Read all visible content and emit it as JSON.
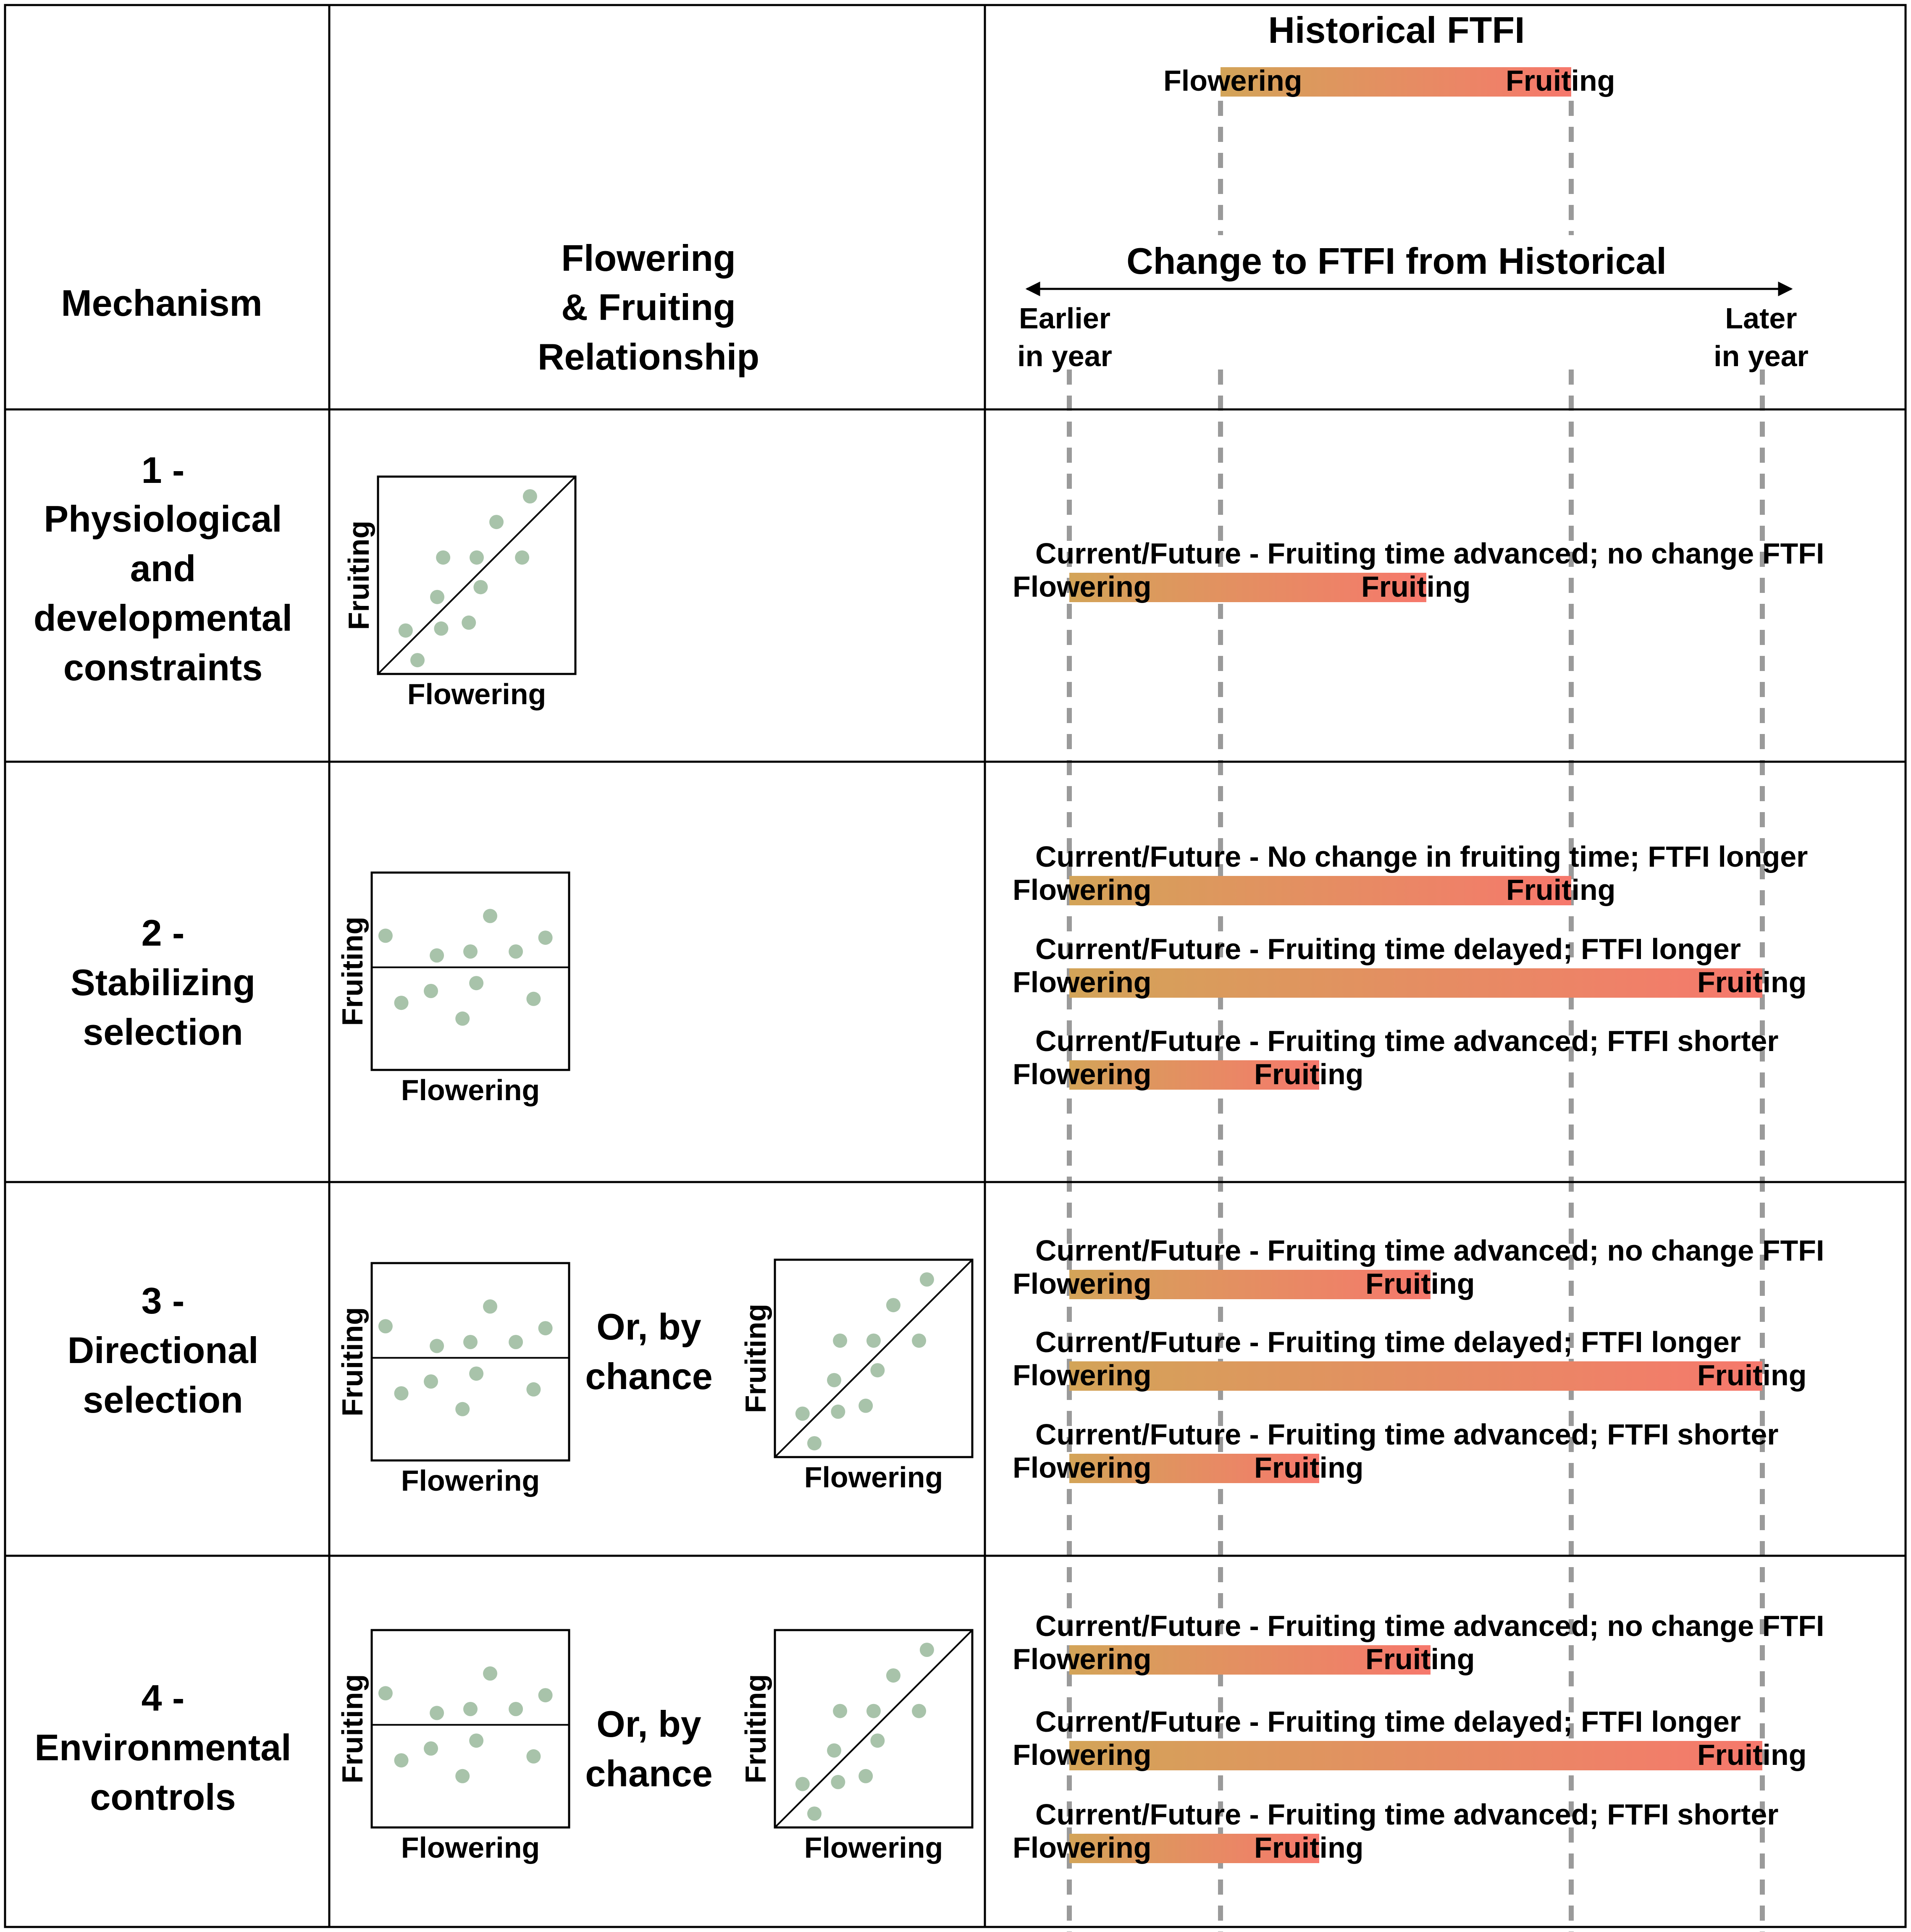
{
  "colors": {
    "flowering": "#d3a458",
    "fruiting": "#f6786c",
    "dot": "#a8c3aa",
    "guide": "#9a9a9a",
    "border": "#000000"
  },
  "header": {
    "mechanism": "Mechanism",
    "relationship": [
      "Flowering",
      "& Fruiting",
      "Relationship"
    ],
    "historical_title": "Historical FTFI",
    "change_title": "Change to FTFI from Historical",
    "earlier": [
      "Earlier",
      "in year"
    ],
    "later": [
      "Later",
      "in year"
    ],
    "historical_bar": {
      "start_label": "Flowering",
      "end_label": "Fruiting"
    }
  },
  "scatter_labels": {
    "x": "Flowering",
    "y": "Fruiting"
  },
  "or_by_chance": [
    "Or, by",
    "chance"
  ],
  "rows": [
    {
      "id": "m1",
      "mechanism": [
        "1 -",
        "Physiological",
        "and",
        "developmental",
        "constraints"
      ],
      "plots": [
        "correlated"
      ],
      "or": false,
      "scenarios": [
        {
          "label": "Current/Future - Fruiting time advanced; no change FTFI",
          "start": "Flowering",
          "end": "Fruiting"
        }
      ]
    },
    {
      "id": "m2",
      "mechanism": [
        "2 -",
        "Stabilizing",
        "selection"
      ],
      "plots": [
        "flat"
      ],
      "or": false,
      "scenarios": [
        {
          "label": "Current/Future - No change in fruiting time; FTFI longer",
          "start": "Flowering",
          "end": "Fruiting"
        },
        {
          "label": "Current/Future - Fruiting time delayed; FTFI longer",
          "start": "Flowering",
          "end": "Fruiting"
        },
        {
          "label": "Current/Future - Fruiting time advanced; FTFI shorter",
          "start": "Flowering",
          "end": "Fruiting"
        }
      ]
    },
    {
      "id": "m3",
      "mechanism": [
        "3 -",
        "Directional",
        "selection"
      ],
      "plots": [
        "flat",
        "correlated"
      ],
      "or": true,
      "scenarios": [
        {
          "label": "Current/Future - Fruiting time advanced; no change FTFI",
          "start": "Flowering",
          "end": "Fruiting"
        },
        {
          "label": "Current/Future - Fruiting time delayed; FTFI longer",
          "start": "Flowering",
          "end": "Fruiting"
        },
        {
          "label": "Current/Future - Fruiting time advanced; FTFI shorter",
          "start": "Flowering",
          "end": "Fruiting"
        }
      ]
    },
    {
      "id": "m4",
      "mechanism": [
        "4 -",
        "Environmental",
        "controls"
      ],
      "plots": [
        "flat",
        "correlated"
      ],
      "or": true,
      "scenarios": [
        {
          "label": "Current/Future - Fruiting time advanced; no change FTFI",
          "start": "Flowering",
          "end": "Fruiting"
        },
        {
          "label": "Current/Future - Fruiting time delayed; FTFI longer",
          "start": "Flowering",
          "end": "Fruiting"
        },
        {
          "label": "Current/Future - Fruiting time advanced; FTFI shorter",
          "start": "Flowering",
          "end": "Fruiting"
        }
      ]
    }
  ]
}
